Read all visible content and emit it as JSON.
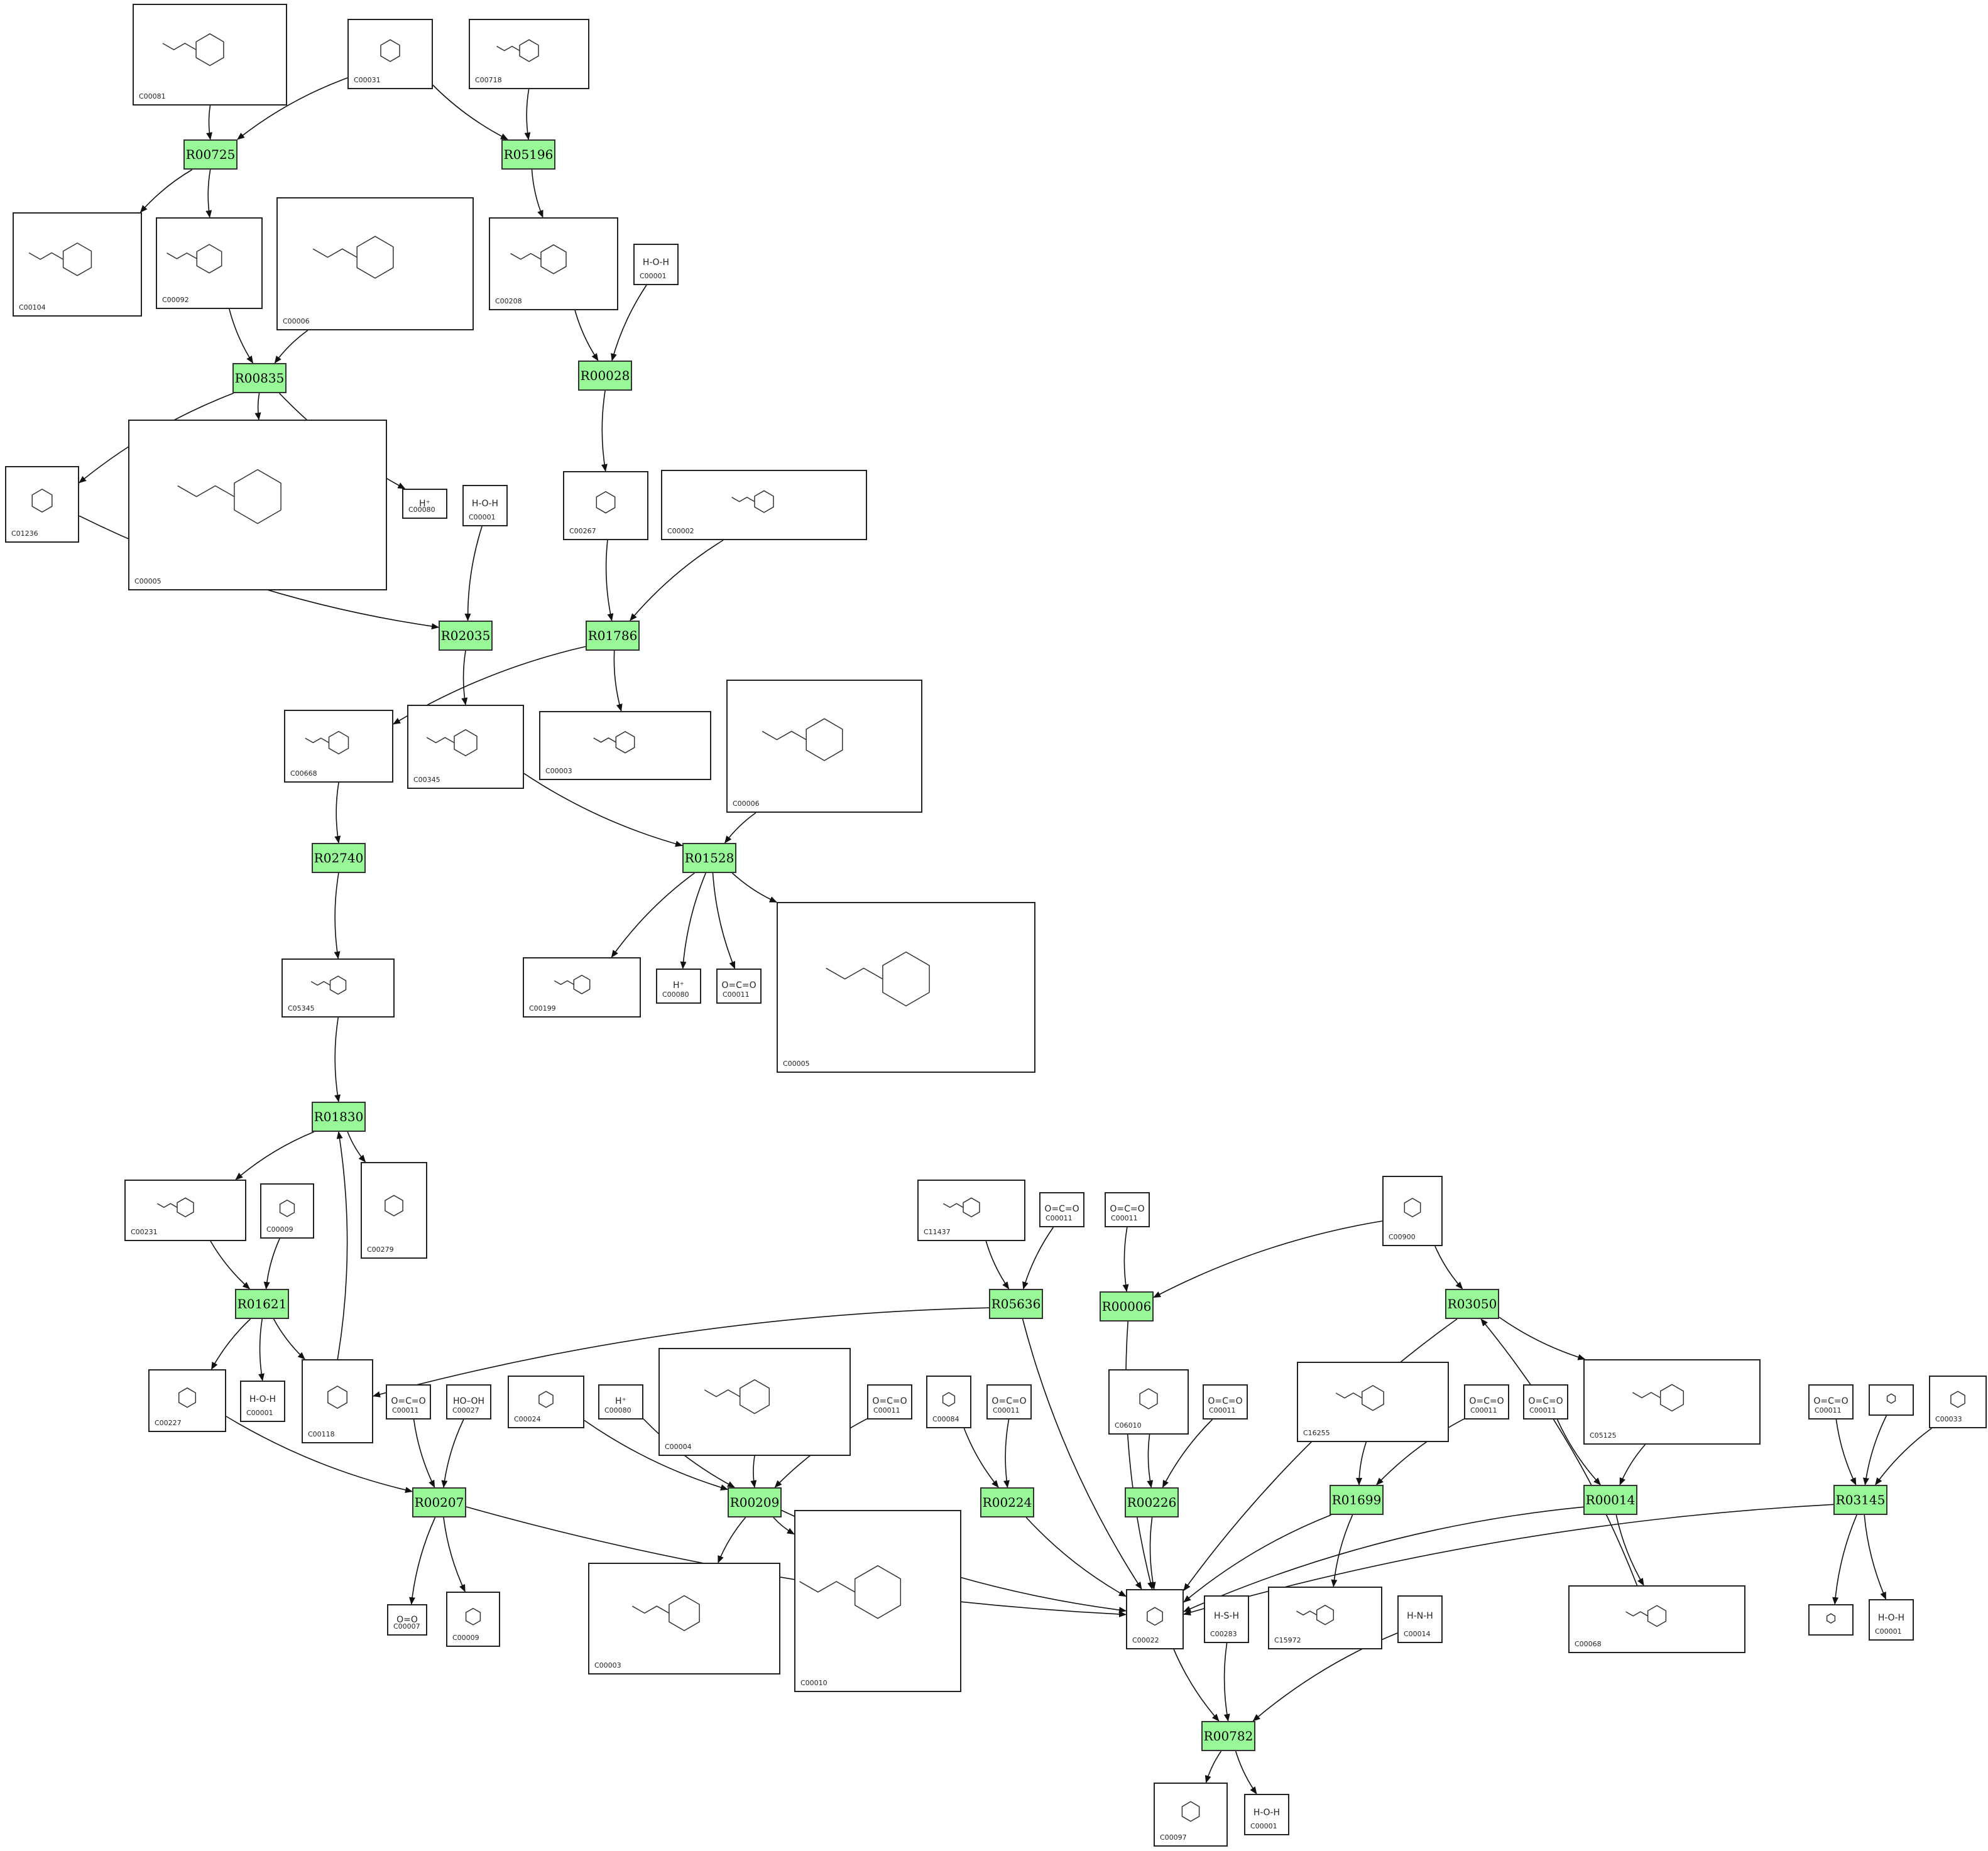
{
  "reactions": [
    {
      "id": "R00725",
      "label": "R00725"
    },
    {
      "id": "R05196",
      "label": "R05196"
    },
    {
      "id": "R00835",
      "label": "R00835"
    },
    {
      "id": "R00028",
      "label": "R00028"
    },
    {
      "id": "R02035",
      "label": "R02035"
    },
    {
      "id": "R01786",
      "label": "R01786"
    },
    {
      "id": "R02740",
      "label": "R02740"
    },
    {
      "id": "R01528",
      "label": "R01528"
    },
    {
      "id": "R01830",
      "label": "R01830"
    },
    {
      "id": "R01621",
      "label": "R01621"
    },
    {
      "id": "R05636",
      "label": "R05636"
    },
    {
      "id": "R00006",
      "label": "R00006"
    },
    {
      "id": "R03050",
      "label": "R03050"
    },
    {
      "id": "R00207",
      "label": "R00207"
    },
    {
      "id": "R00209",
      "label": "R00209"
    },
    {
      "id": "R00224",
      "label": "R00224"
    },
    {
      "id": "R00226",
      "label": "R00226"
    },
    {
      "id": "R01699",
      "label": "R01699"
    },
    {
      "id": "R00014",
      "label": "R00014"
    },
    {
      "id": "R03145",
      "label": "R03145"
    },
    {
      "id": "R00782",
      "label": "R00782"
    }
  ],
  "compounds": [
    {
      "id": "c_c00081",
      "label": "C00081",
      "symbol": ""
    },
    {
      "id": "c_c00031",
      "label": "C00031",
      "symbol": ""
    },
    {
      "id": "c_c00718",
      "label": "C00718",
      "symbol": ""
    },
    {
      "id": "c_c00104",
      "label": "C00104",
      "symbol": ""
    },
    {
      "id": "c_c00092",
      "label": "C00092",
      "symbol": ""
    },
    {
      "id": "c_c00006a",
      "label": "C00006",
      "symbol": ""
    },
    {
      "id": "c_c00208",
      "label": "C00208",
      "symbol": ""
    },
    {
      "id": "c_c00001a",
      "label": "C00001",
      "symbol": "H‑O‑H"
    },
    {
      "id": "c_c01236",
      "label": "C01236",
      "symbol": ""
    },
    {
      "id": "c_c00005a",
      "label": "C00005",
      "symbol": ""
    },
    {
      "id": "c_c00080a",
      "label": "C00080",
      "symbol": "H⁺"
    },
    {
      "id": "c_c00001b",
      "label": "C00001",
      "symbol": "H‑O‑H"
    },
    {
      "id": "c_c00267",
      "label": "C00267",
      "symbol": ""
    },
    {
      "id": "c_c00002",
      "label": "C00002",
      "symbol": ""
    },
    {
      "id": "c_c00668",
      "label": "C00668",
      "symbol": ""
    },
    {
      "id": "c_c00345",
      "label": "C00345",
      "symbol": ""
    },
    {
      "id": "c_c00003a",
      "label": "C00003",
      "symbol": ""
    },
    {
      "id": "c_c00006b",
      "label": "C00006",
      "symbol": ""
    },
    {
      "id": "c_c05345",
      "label": "C05345",
      "symbol": ""
    },
    {
      "id": "c_c00199",
      "label": "C00199",
      "symbol": ""
    },
    {
      "id": "c_c00080b",
      "label": "C00080",
      "symbol": "H⁺"
    },
    {
      "id": "c_c00011a",
      "label": "C00011",
      "symbol": "O=C=O"
    },
    {
      "id": "c_c00005b",
      "label": "C00005",
      "symbol": ""
    },
    {
      "id": "c_c00231",
      "label": "C00231",
      "symbol": ""
    },
    {
      "id": "c_c00009a",
      "label": "C00009",
      "symbol": ""
    },
    {
      "id": "c_c00279",
      "label": "C00279",
      "symbol": ""
    },
    {
      "id": "c_c11437",
      "label": "C11437",
      "symbol": ""
    },
    {
      "id": "c_c00011b",
      "label": "C00011",
      "symbol": "O=C=O"
    },
    {
      "id": "c_c00011c",
      "label": "C00011",
      "symbol": "O=C=O"
    },
    {
      "id": "c_c00900",
      "label": "C00900",
      "symbol": ""
    },
    {
      "id": "c_c00227",
      "label": "C00227",
      "symbol": ""
    },
    {
      "id": "c_c00001c",
      "label": "C00001",
      "symbol": "H‑O‑H"
    },
    {
      "id": "c_c00118",
      "label": "C00118",
      "symbol": ""
    },
    {
      "id": "c_c00011d",
      "label": "C00011",
      "symbol": "O=C=O"
    },
    {
      "id": "c_c00027",
      "label": "C00027",
      "symbol": "HO–OH"
    },
    {
      "id": "c_c00024",
      "label": "C00024",
      "symbol": ""
    },
    {
      "id": "c_c00080c",
      "label": "C00080",
      "symbol": "H⁺"
    },
    {
      "id": "c_c00004",
      "label": "C00004",
      "symbol": ""
    },
    {
      "id": "c_c00011e",
      "label": "C00011",
      "symbol": "O=C=O"
    },
    {
      "id": "c_c00084",
      "label": "C00084",
      "symbol": ""
    },
    {
      "id": "c_c00011f",
      "label": "C00011",
      "symbol": "O=C=O"
    },
    {
      "id": "c_c06010",
      "label": "C06010",
      "symbol": ""
    },
    {
      "id": "c_c00011g",
      "label": "C00011",
      "symbol": "O=C=O"
    },
    {
      "id": "c_c16255",
      "label": "C16255",
      "symbol": ""
    },
    {
      "id": "c_c00011h",
      "label": "C00011",
      "symbol": "O=C=O"
    },
    {
      "id": "c_c00011i",
      "label": "C00011",
      "symbol": "O=C=O"
    },
    {
      "id": "c_c05125",
      "label": "C05125",
      "symbol": ""
    },
    {
      "id": "c_c00011j",
      "label": "C00011",
      "symbol": "O=C=O"
    },
    {
      "id": "c_blank1",
      "label": "",
      "symbol": ""
    },
    {
      "id": "c_c00033",
      "label": "C00033",
      "symbol": ""
    },
    {
      "id": "c_c00007",
      "label": "C00007",
      "symbol": "O=O"
    },
    {
      "id": "c_c00009b",
      "label": "C00009",
      "symbol": ""
    },
    {
      "id": "c_c00003b",
      "label": "C00003",
      "symbol": ""
    },
    {
      "id": "c_c00010",
      "label": "C00010",
      "symbol": ""
    },
    {
      "id": "c_c00022",
      "label": "C00022",
      "symbol": ""
    },
    {
      "id": "c_c00283",
      "label": "C00283",
      "symbol": "H‑S‑H"
    },
    {
      "id": "c_c15972",
      "label": "C15972",
      "symbol": ""
    },
    {
      "id": "c_c00014",
      "label": "C00014",
      "symbol": "H‑N‑H"
    },
    {
      "id": "c_c00068",
      "label": "C00068",
      "symbol": ""
    },
    {
      "id": "c_blank2",
      "label": "",
      "symbol": ""
    },
    {
      "id": "c_c00001d",
      "label": "C00001",
      "symbol": "H‑O‑H"
    },
    {
      "id": "c_c00097",
      "label": "C00097",
      "symbol": ""
    },
    {
      "id": "c_c00001e",
      "label": "C00001",
      "symbol": "H‑O‑H"
    }
  ],
  "edges": [
    [
      "c_c00081",
      "R00725"
    ],
    [
      "c_c00031",
      "R00725"
    ],
    [
      "c_c00031",
      "R05196"
    ],
    [
      "c_c00718",
      "R05196"
    ],
    [
      "R00725",
      "c_c00104"
    ],
    [
      "R00725",
      "c_c00092"
    ],
    [
      "R05196",
      "c_c00208"
    ],
    [
      "c_c00092",
      "R00835"
    ],
    [
      "c_c00006a",
      "R00835"
    ],
    [
      "c_c00208",
      "R00028"
    ],
    [
      "c_c00001a",
      "R00028"
    ],
    [
      "R00835",
      "c_c01236"
    ],
    [
      "R00835",
      "c_c00005a"
    ],
    [
      "R00835",
      "c_c00080a"
    ],
    [
      "R00028",
      "c_c00267"
    ],
    [
      "c_c01236",
      "R02035"
    ],
    [
      "c_c00001b",
      "R02035"
    ],
    [
      "c_c00267",
      "R01786"
    ],
    [
      "c_c00002",
      "R01786"
    ],
    [
      "R01786",
      "c_c00668"
    ],
    [
      "R01786",
      "c_c00003a"
    ],
    [
      "R02035",
      "c_c00345"
    ],
    [
      "c_c00668",
      "R02740"
    ],
    [
      "c_c00345",
      "R01528"
    ],
    [
      "c_c00006b",
      "R01528"
    ],
    [
      "R02740",
      "c_c05345"
    ],
    [
      "R01528",
      "c_c00199"
    ],
    [
      "R01528",
      "c_c00080b"
    ],
    [
      "R01528",
      "c_c00011a"
    ],
    [
      "R01528",
      "c_c00005b"
    ],
    [
      "c_c05345",
      "R01830"
    ],
    [
      "c_c00118",
      "R01830"
    ],
    [
      "R01830",
      "c_c00231"
    ],
    [
      "R01830",
      "c_c00279"
    ],
    [
      "c_c00231",
      "R01621"
    ],
    [
      "c_c00009a",
      "R01621"
    ],
    [
      "R01621",
      "c_c00227"
    ],
    [
      "R01621",
      "c_c00001c"
    ],
    [
      "R01621",
      "c_c00118"
    ],
    [
      "c_c11437",
      "R05636"
    ],
    [
      "c_c00011b",
      "R05636"
    ],
    [
      "R05636",
      "c_c00118"
    ],
    [
      "R05636",
      "c_c00022"
    ],
    [
      "c_c00011c",
      "R00006"
    ],
    [
      "c_c00900",
      "R00006"
    ],
    [
      "R00006",
      "c_c00022"
    ],
    [
      "c_c00900",
      "R03050"
    ],
    [
      "R03050",
      "c_c00022"
    ],
    [
      "R03050",
      "c_c05125"
    ],
    [
      "c_c00227",
      "R00207"
    ],
    [
      "c_c00011d",
      "R00207"
    ],
    [
      "c_c00027",
      "R00207"
    ],
    [
      "R00207",
      "c_c00007"
    ],
    [
      "R00207",
      "c_c00009b"
    ],
    [
      "R00207",
      "c_c00022"
    ],
    [
      "c_c00024",
      "R00209"
    ],
    [
      "c_c00080c",
      "R00209"
    ],
    [
      "c_c00004",
      "R00209"
    ],
    [
      "c_c00011e",
      "R00209"
    ],
    [
      "R00209",
      "c_c00003b"
    ],
    [
      "R00209",
      "c_c00010"
    ],
    [
      "R00209",
      "c_c00022"
    ],
    [
      "c_c00084",
      "R00224"
    ],
    [
      "c_c00011f",
      "R00224"
    ],
    [
      "R00224",
      "c_c00022"
    ],
    [
      "c_c06010",
      "R00226"
    ],
    [
      "c_c00011g",
      "R00226"
    ],
    [
      "R00226",
      "c_c00022"
    ],
    [
      "c_c16255",
      "R01699"
    ],
    [
      "c_c00011h",
      "R01699"
    ],
    [
      "R01699",
      "c_c15972"
    ],
    [
      "R01699",
      "c_c00022"
    ],
    [
      "c_c05125",
      "R00014"
    ],
    [
      "c_c00011i",
      "R00014"
    ],
    [
      "R00014",
      "c_c00068"
    ],
    [
      "R00014",
      "c_c00022"
    ],
    [
      "c_c00068",
      "R03050"
    ],
    [
      "c_c00011j",
      "R03145"
    ],
    [
      "c_blank1",
      "R03145"
    ],
    [
      "c_c00033",
      "R03145"
    ],
    [
      "R03145",
      "c_blank2"
    ],
    [
      "R03145",
      "c_c00001d"
    ],
    [
      "R03145",
      "c_c00022"
    ],
    [
      "c_c00022",
      "R00782"
    ],
    [
      "c_c00283",
      "R00782"
    ],
    [
      "c_c00014",
      "R00782"
    ],
    [
      "R00782",
      "c_c00097"
    ],
    [
      "R00782",
      "c_c00001e"
    ]
  ]
}
